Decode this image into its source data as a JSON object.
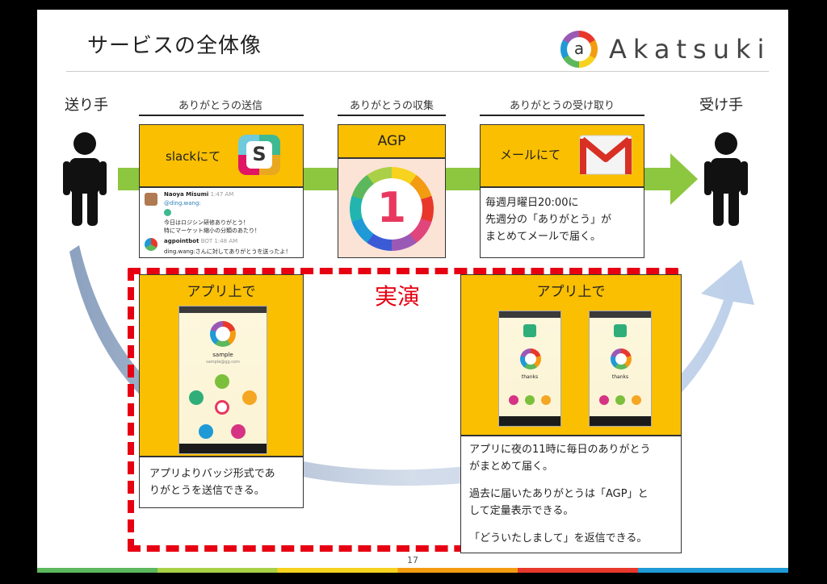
{
  "slide": {
    "title": "サービスの全体像",
    "brand": "Akatsuki",
    "brand_mark": "a",
    "page_number": "17"
  },
  "roles": {
    "sender": "送り手",
    "receiver": "受け手"
  },
  "columns": [
    {
      "header": "ありがとうの送信",
      "label": "slackにて"
    },
    {
      "header": "ありがとうの収集",
      "label": "AGP"
    },
    {
      "header": "ありがとうの受け取り",
      "label": "メールにて"
    }
  ],
  "slack_chat": {
    "user": "Naoya Misumi",
    "time1": "1:47 AM",
    "mention": "@ding.wang:",
    "line1": "今日はロジシン研修ありがとう！",
    "line2": "特にマーケット縮小の分類のあたり！",
    "bot": "agpointbot",
    "bot_tag": "BOT",
    "time2": "1:48 AM",
    "bot_msg": "ding.wang:さんに対してありがとうを送ったよ！"
  },
  "agp_digit": "1",
  "mail_text": [
    "毎週月曜日20:00に",
    "先週分の「ありがとう」が",
    "まとめてメールで届く。"
  ],
  "demo_label": "実演",
  "app_left": {
    "title": "アプリ上で",
    "phone_name": "sample",
    "phone_mail": "sample@gg.com",
    "desc": [
      "アプリよりバッジ形式であ",
      "りがとうを送信できる。"
    ]
  },
  "app_right": {
    "title": "アプリ上で",
    "phone_word": "thanks",
    "desc": [
      "アプリに夜の11時に毎日のありがとう",
      "がまとめて届く。",
      "過去に届いたありがとうは「AGP」と",
      "して定量表示できる。",
      "「どういたしまして」を返信できる。"
    ]
  },
  "colors": {
    "gold": "#f9bf00",
    "arrow_green": "#8dc63f",
    "demo_red": "#e60012"
  }
}
